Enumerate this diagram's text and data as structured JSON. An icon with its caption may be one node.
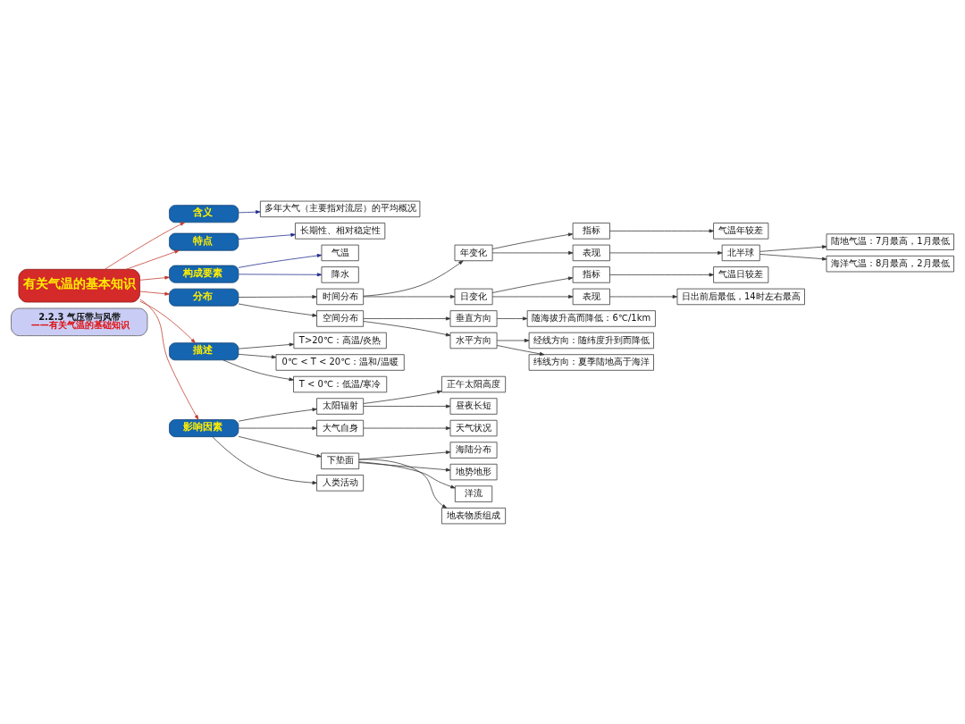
{
  "diagram": {
    "nodes": [
      {
        "text": [
          "2.2.3 气压带与风带",
          "——有关气温的基础知识"
        ]
      },
      {
        "text": [
          "有关气温的基本知识"
        ]
      },
      {
        "text": [
          "含义"
        ]
      },
      {
        "text": [
          "多年大气（主要指对流层）的平均概况"
        ]
      },
      {
        "text": [
          "特点"
        ]
      },
      {
        "text": [
          "长期性、相对稳定性"
        ]
      },
      {
        "text": [
          "构成要素"
        ]
      },
      {
        "text": [
          "气温"
        ]
      },
      {
        "text": [
          "降水"
        ]
      },
      {
        "text": [
          "分布"
        ]
      },
      {
        "text": [
          "时间分布"
        ]
      },
      {
        "text": [
          "年变化"
        ]
      },
      {
        "text": [
          "指标"
        ]
      },
      {
        "text": [
          "气温年较差"
        ]
      },
      {
        "text": [
          "表现"
        ]
      },
      {
        "text": [
          "北半球"
        ]
      },
      {
        "text": [
          "陆地气温：7月最高，1月最低"
        ]
      },
      {
        "text": [
          "海洋气温：8月最高，2月最低"
        ]
      },
      {
        "text": [
          "日变化"
        ]
      },
      {
        "text": [
          "指标"
        ]
      },
      {
        "text": [
          "气温日较差"
        ]
      },
      {
        "text": [
          "表现"
        ]
      },
      {
        "text": [
          "日出前后最低，14时左右最高"
        ]
      },
      {
        "text": [
          "空间分布"
        ]
      },
      {
        "text": [
          "垂直方向"
        ]
      },
      {
        "text": [
          "随海拔升高而降低：6℃/1km"
        ]
      },
      {
        "text": [
          "水平方向"
        ]
      },
      {
        "text": [
          "经线方向：随纬度升到而降低"
        ]
      },
      {
        "text": [
          "纬线方向：夏季陆地高于海洋"
        ]
      },
      {
        "text": [
          "描述"
        ]
      },
      {
        "text": [
          "T>20℃：高温/炎热"
        ]
      },
      {
        "text": [
          "0℃ < T < 20℃：温和/温暖"
        ]
      },
      {
        "text": [
          "T < 0℃：低温/寒冷"
        ]
      },
      {
        "text": [
          "影响因素"
        ]
      },
      {
        "text": [
          "太阳辐射"
        ]
      },
      {
        "text": [
          "正午太阳高度"
        ]
      },
      {
        "text": [
          "昼夜长短"
        ]
      },
      {
        "text": [
          "大气自身"
        ]
      },
      {
        "text": [
          "天气状况"
        ]
      },
      {
        "text": [
          "下垫面"
        ]
      },
      {
        "text": [
          "海陆分布"
        ]
      },
      {
        "text": [
          "地势地形"
        ]
      },
      {
        "text": [
          "洋流"
        ]
      },
      {
        "text": [
          "地表物质组成"
        ]
      },
      {
        "text": [
          "人类活动"
        ]
      }
    ],
    "edges": [
      {
        "from": 1,
        "to": 2,
        "arrow": "to",
        "color": "#c0392b"
      },
      {
        "from": 1,
        "to": 4,
        "arrow": "to",
        "color": "#c0392b"
      },
      {
        "from": 1,
        "to": 6,
        "arrow": "to",
        "color": "#c0392b"
      },
      {
        "from": 1,
        "to": 9,
        "arrow": "to",
        "color": "#c0392b"
      },
      {
        "from": 1,
        "to": 29,
        "arrow": "to",
        "color": "#c0392b"
      },
      {
        "from": 1,
        "to": 33,
        "arrow": "to",
        "color": "#c0392b"
      },
      {
        "from": 2,
        "to": 3,
        "arrow": "to",
        "color": "#1f2a8a"
      },
      {
        "from": 4,
        "to": 5,
        "arrow": "to",
        "color": "#1f2a8a"
      },
      {
        "from": 6,
        "to": 7,
        "arrow": "to",
        "color": "#1f2a8a"
      },
      {
        "from": 6,
        "to": 8,
        "arrow": "to",
        "color": "#1f2a8a"
      },
      {
        "from": 9,
        "to": 10,
        "arrow": "to"
      },
      {
        "from": 10,
        "to": 11,
        "arrow": "to"
      },
      {
        "from": 11,
        "to": 12,
        "arrow": "to"
      },
      {
        "from": 12,
        "to": 13,
        "arrow": "to"
      },
      {
        "from": 11,
        "to": 14,
        "arrow": "to"
      },
      {
        "from": 14,
        "to": 15,
        "arrow": "to"
      },
      {
        "from": 15,
        "to": 16,
        "arrow": "to"
      },
      {
        "from": 15,
        "to": 17,
        "arrow": "to"
      },
      {
        "from": 10,
        "to": 18,
        "arrow": "to"
      },
      {
        "from": 18,
        "to": 19,
        "arrow": "to"
      },
      {
        "from": 19,
        "to": 20,
        "arrow": "to"
      },
      {
        "from": 18,
        "to": 21,
        "arrow": "to"
      },
      {
        "from": 21,
        "to": 22,
        "arrow": "to"
      },
      {
        "from": 9,
        "to": 23,
        "arrow": "to"
      },
      {
        "from": 23,
        "to": 24,
        "arrow": "to"
      },
      {
        "from": 24,
        "to": 25,
        "arrow": "to"
      },
      {
        "from": 23,
        "to": 26,
        "arrow": "to"
      },
      {
        "from": 26,
        "to": 27,
        "arrow": "to"
      },
      {
        "from": 26,
        "to": 28,
        "arrow": "to"
      },
      {
        "from": 29,
        "to": 30,
        "arrow": "to"
      },
      {
        "from": 29,
        "to": 31,
        "arrow": "to"
      },
      {
        "from": 29,
        "to": 32,
        "arrow": "to"
      },
      {
        "from": 33,
        "to": 34,
        "arrow": "to"
      },
      {
        "from": 34,
        "to": 35,
        "arrow": "to"
      },
      {
        "from": 34,
        "to": 36,
        "arrow": "to"
      },
      {
        "from": 33,
        "to": 37,
        "arrow": "to"
      },
      {
        "from": 37,
        "to": 38,
        "arrow": "to"
      },
      {
        "from": 33,
        "to": 39,
        "arrow": "to"
      },
      {
        "from": 39,
        "to": 40,
        "arrow": "to"
      },
      {
        "from": 39,
        "to": 41,
        "arrow": "to"
      },
      {
        "from": 39,
        "to": 42,
        "arrow": "to"
      },
      {
        "from": 39,
        "to": 43,
        "arrow": "to"
      },
      {
        "from": 33,
        "to": 44,
        "arrow": "to"
      }
    ]
  }
}
